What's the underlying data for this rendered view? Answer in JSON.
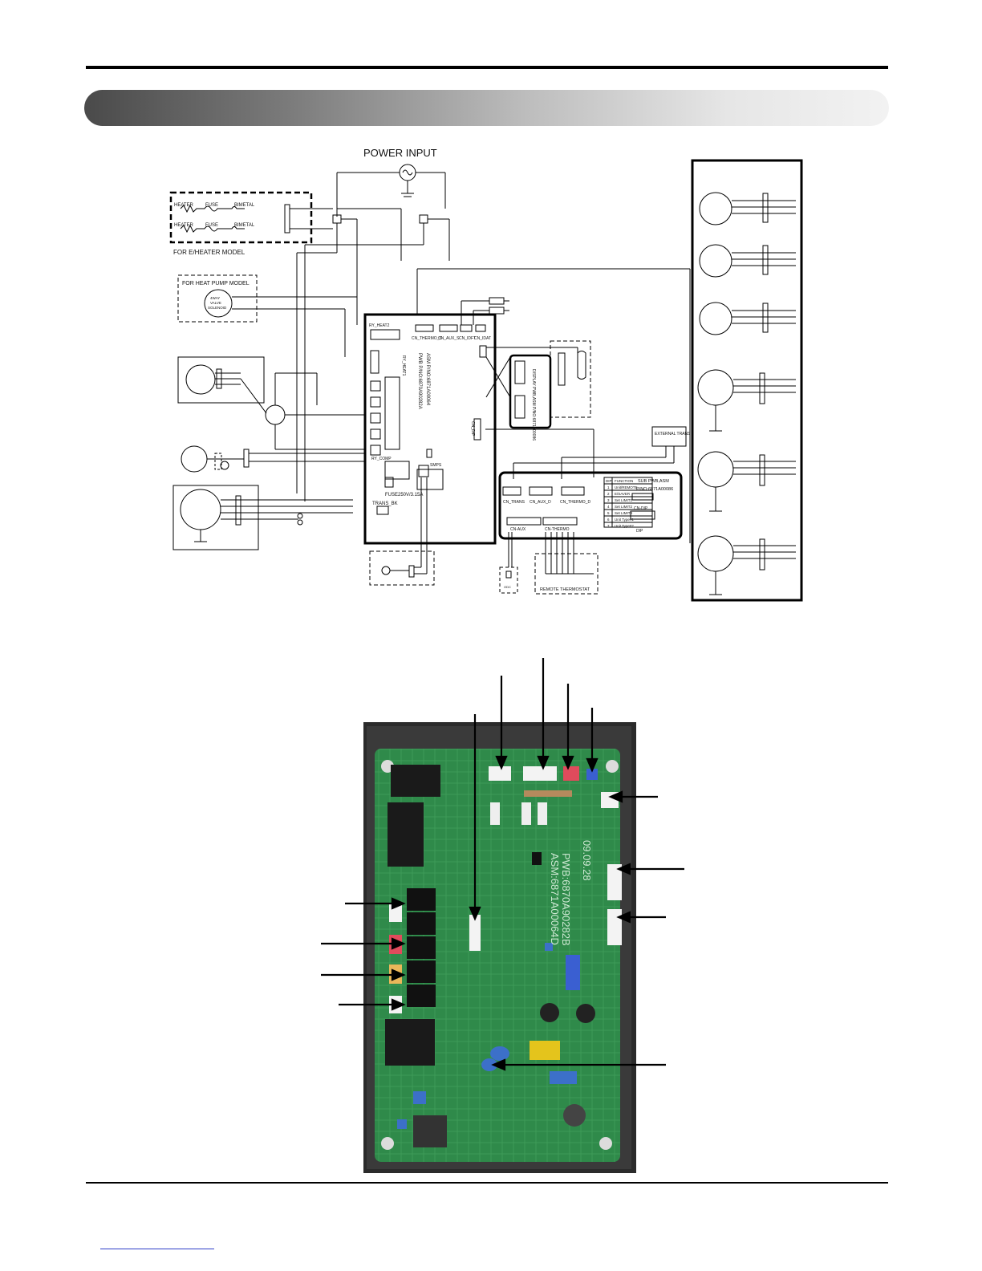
{
  "schematic": {
    "power_input": "POWER INPUT",
    "heater_label_1": "HEATER",
    "fuse_label_1": "FUSE",
    "bimetal_label_1": "BIMETAL",
    "heater_label_2": "HEATER",
    "fuse_label_2": "FUSE",
    "bimetal_label_2": "BIMETAL",
    "eheater_model": "FOR E/HEATER MODEL",
    "heat_pump_model": "FOR HEAT PUMP MODEL",
    "valve_line1": "4WAY",
    "valve_line2": "VALVE",
    "valve_line3": "SOLENOID",
    "ry_heat2": "RY_HEAT2",
    "ry_heat1": "RY_HEAT1",
    "ry_comp": "RY_COMP",
    "cn_thermo_s": "CN_THERMO_S",
    "cn_aux_s": "CN_AUX_S",
    "cn_idft": "CN_IDFT",
    "cn_idat": "CN_IDAT",
    "cn_dip": "CN_DIP",
    "pwb_label": "PWB P/NO:6870A90282A",
    "asm_label": "ASM P/NO:6871A00064",
    "display_label": "DISPLAY PWB,ASM P/NO:6871A00086",
    "fuse_rating": "FUSE250V/3.15A",
    "trans_bk": "TRANS_BK",
    "smps": "SMPS",
    "external_trans": "EXTERNAL TRANS",
    "sub_pwb": "SUB PWB,ASM",
    "sub_pno": "P/NO:6871A00086",
    "cn_trans": "CN_TRANS",
    "cn_aux_d": "CN_AUX_D",
    "cn_thermo_d": "CN_THERMO_D",
    "cn_aux": "CN-AUX",
    "cn_thermo": "CN-THERMO",
    "dip_header": "DIP",
    "function_header": "FUNCTION",
    "dip_rows": [
      {
        "no": "1",
        "fn": "Unit/REMOTE"
      },
      {
        "no": "2",
        "fn": "E/SAVER"
      },
      {
        "no": "3",
        "fn": "Set LIMIT1"
      },
      {
        "no": "4",
        "fn": "Set LIMIT2"
      },
      {
        "no": "5",
        "fn": "Set LIMIT3"
      },
      {
        "no": "6",
        "fn": "Unit Type#1"
      },
      {
        "no": "7",
        "fn": "Unit Type#2"
      }
    ],
    "cn_dip_sub": "CN-DIP",
    "dip_sub": "DIP",
    "remote_thermostat": "REMOTE THERMOSTAT",
    "odc": "ODC"
  },
  "pcb": {
    "silk_date": "09.09.28",
    "silk_pwb": "PWB:6870A90282B",
    "silk_asm": "ASM:6871A00064D"
  },
  "colors": {
    "banner_dark": "#4a4a4a",
    "banner_light": "#f2f2f2",
    "pcb_green": "#2f8a4a",
    "case_dark": "#2b2b2b"
  }
}
